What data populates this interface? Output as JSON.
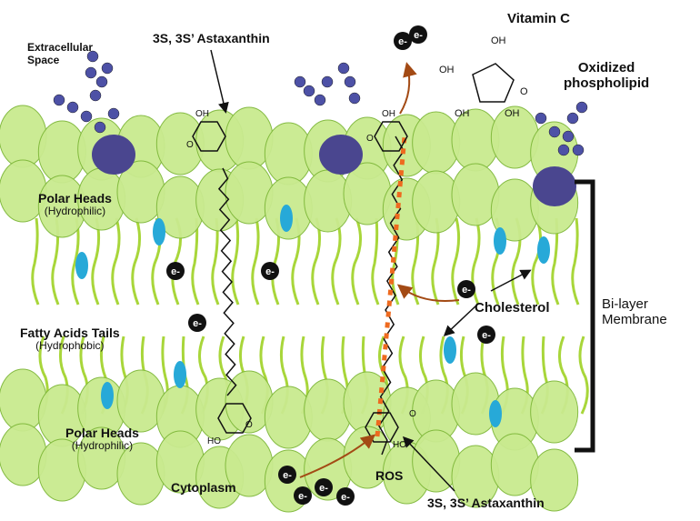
{
  "labels": {
    "extracellular": [
      "Extracellular",
      "Space"
    ],
    "astaxanthin_top": "3S, 3S’ Astaxanthin",
    "vitamin_c": "Vitamin C",
    "oxidized": [
      "Oxidized",
      "phospholipid"
    ],
    "polar_top": {
      "title": "Polar Heads",
      "sub": "(Hydrophilic)"
    },
    "fatty": {
      "title": "Fatty Acids Tails",
      "sub": "(Hydrophobic)"
    },
    "polar_bottom": {
      "title": "Polar Heads",
      "sub": "(Hydrophilic)"
    },
    "cholesterol": "Cholesterol",
    "bilayer": [
      "Bi-layer",
      "Membrane"
    ],
    "cytoplasm": "Cytoplasm",
    "ros": "ROS",
    "astaxanthin_bottom": "3S, 3S’ Astaxanthin",
    "electron": "e-",
    "oh": "OH",
    "o": "O",
    "ho": "HO"
  },
  "colors": {
    "head": "#c9ea8f",
    "head_stroke": "#7fb83a",
    "tail": "#a8d63a",
    "oxidized_head": "#4a468f",
    "ros_dot": "#4d51a6",
    "cholesterol": "#27a9d8",
    "arrow": "#a34a14",
    "conjugation": "#ee6a1f"
  }
}
